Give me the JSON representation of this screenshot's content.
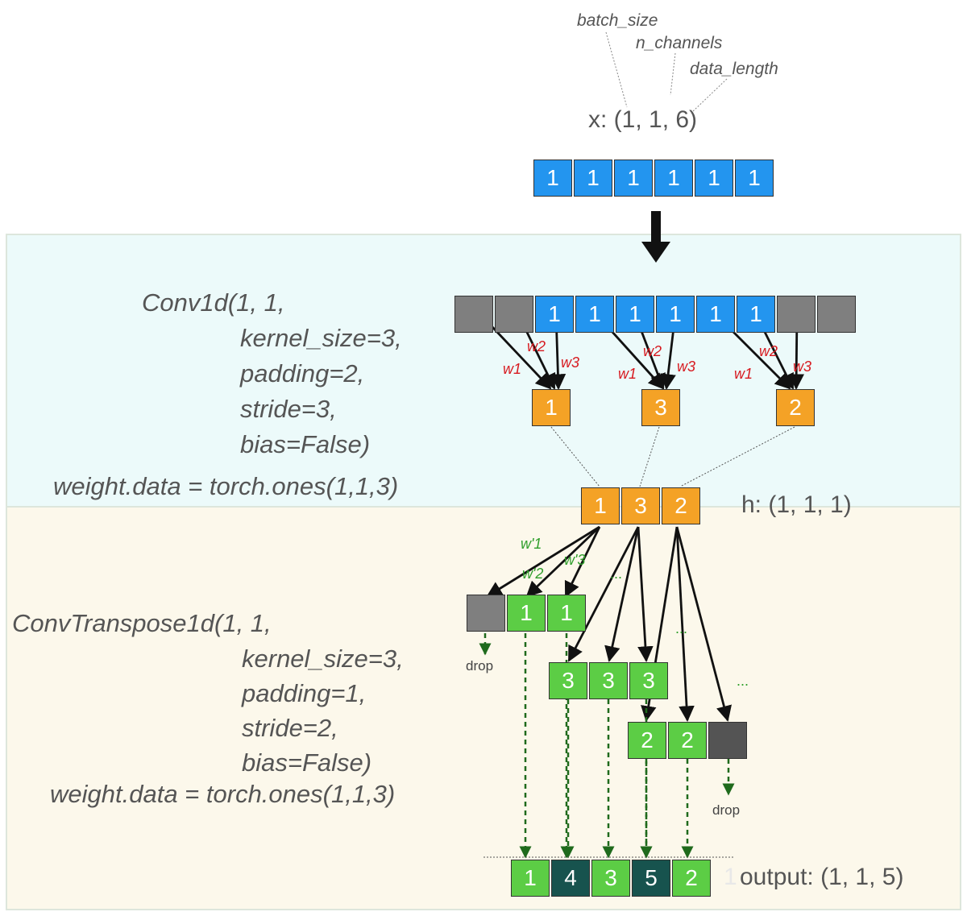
{
  "annotations": {
    "batch_size": "batch_size",
    "n_channels": "n_channels",
    "data_length": "data_length"
  },
  "shapes": {
    "x": "x: (1, 1, 6)",
    "h": "h: (1, 1, 1)",
    "output": "output: (1, 1, 5)"
  },
  "input_values": [
    "1",
    "1",
    "1",
    "1",
    "1",
    "1"
  ],
  "conv1d": {
    "code": [
      "Conv1d(1, 1,",
      "kernel_size=3,",
      "padding=2,",
      "stride=3,",
      "bias=False)",
      "weight.data = torch.ones(1,1,3)"
    ],
    "padded_values": [
      "",
      "",
      "1",
      "1",
      "1",
      "1",
      "1",
      "1",
      "",
      ""
    ],
    "weight_labels": [
      "w1",
      "w2",
      "w3"
    ],
    "results": [
      "1",
      "3",
      "2"
    ]
  },
  "hidden_values": [
    "1",
    "3",
    "2"
  ],
  "convtranspose1d": {
    "code": [
      "ConvTranspose1d(1, 1,",
      "kernel_size=3,",
      "padding=1,",
      "stride=2,",
      "bias=False)",
      "weight.data = torch.ones(1,1,3)"
    ],
    "weight_labels": [
      "w'1",
      "w'2",
      "w'3"
    ],
    "ellipsis": "...",
    "rows": [
      [
        "",
        "1",
        "1"
      ],
      [
        "3",
        "3",
        "3"
      ],
      [
        "2",
        "2",
        ""
      ]
    ],
    "drop_label": "drop"
  },
  "output_values": [
    "1",
    "4",
    "3",
    "5",
    "2"
  ],
  "output_stray_digit": "1",
  "colors": {
    "input": "#2395ef",
    "padding": "#7f7f7f",
    "conv_output": "#f4a226",
    "transpose_cell": "#5ccd45",
    "output_overlap": "#17534e",
    "weight_conv": "#d7191f",
    "weight_transpose": "#2e9e2a",
    "conv_panel": "#ecfafa",
    "transpose_panel": "#fcf8eb"
  }
}
